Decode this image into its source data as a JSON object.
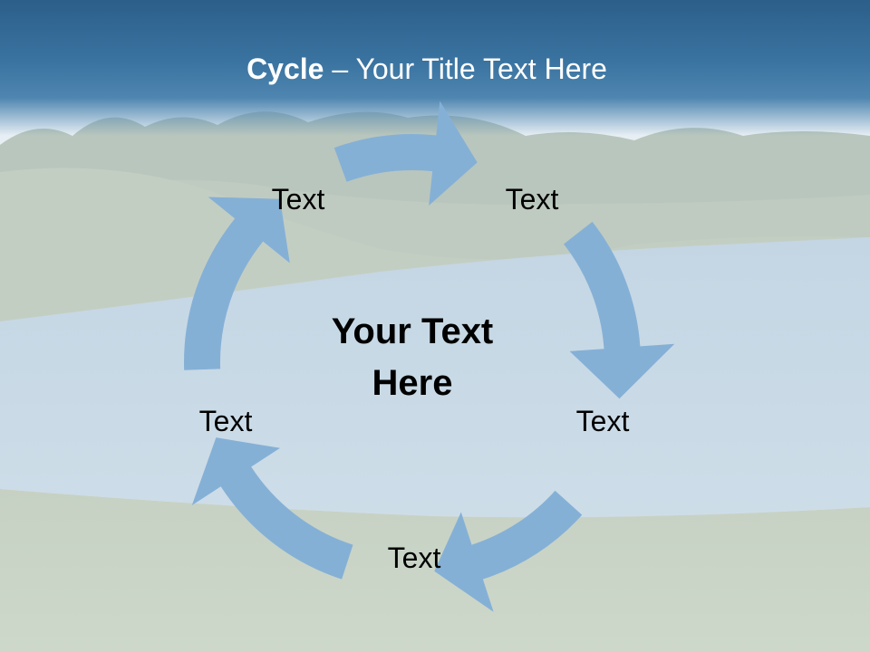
{
  "slide": {
    "title_bold": "Cycle",
    "title_rest": " – Your Title Text Here",
    "center_text_line1": "Your Text",
    "center_text_line2": "Here",
    "nodes": [
      "Text",
      "Text",
      "Text",
      "Text",
      "Text"
    ]
  },
  "colors": {
    "arrow": "#85b0d6",
    "title_band": "#3a73a0",
    "title_text": "#ffffff",
    "text": "#000000"
  }
}
